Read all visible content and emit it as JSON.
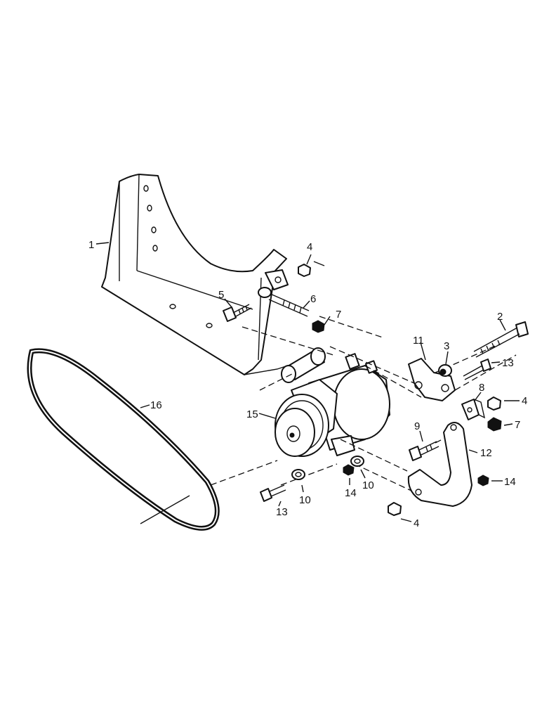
{
  "callouts": [
    {
      "id": "c1",
      "text": "1"
    },
    {
      "id": "c2",
      "text": "2"
    },
    {
      "id": "c3",
      "text": "3"
    },
    {
      "id": "c4a",
      "text": "4"
    },
    {
      "id": "c4b",
      "text": "4"
    },
    {
      "id": "c4c",
      "text": "4"
    },
    {
      "id": "c5",
      "text": "5"
    },
    {
      "id": "c6",
      "text": "6"
    },
    {
      "id": "c7a",
      "text": "7"
    },
    {
      "id": "c7b",
      "text": "7"
    },
    {
      "id": "c8",
      "text": "8"
    },
    {
      "id": "c9",
      "text": "9"
    },
    {
      "id": "c10a",
      "text": "10"
    },
    {
      "id": "c10b",
      "text": "10"
    },
    {
      "id": "c11",
      "text": "11"
    },
    {
      "id": "c12",
      "text": "12"
    },
    {
      "id": "c13a",
      "text": "13"
    },
    {
      "id": "c13b",
      "text": "13"
    },
    {
      "id": "c14a",
      "text": "14"
    },
    {
      "id": "c14b",
      "text": "14"
    },
    {
      "id": "c15",
      "text": "15"
    },
    {
      "id": "c16",
      "text": "16"
    }
  ],
  "colors": {
    "ink": "#111111",
    "paper": "#ffffff"
  }
}
